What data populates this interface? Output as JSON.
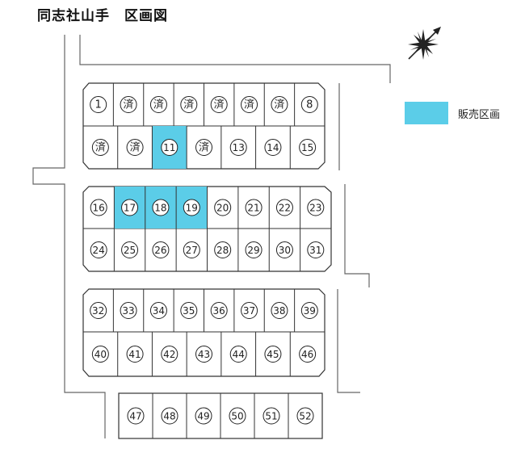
{
  "title": "同志社山手　区画図",
  "colors": {
    "for_sale": "#5bcde8",
    "line": "#333333",
    "road": "#666666"
  },
  "legend": {
    "label": "販売区画",
    "color": "#5bcde8"
  },
  "compass_icon": "north-arrow-icon",
  "lots": [
    {
      "label": "1"
    },
    {
      "label": "済"
    },
    {
      "label": "済"
    },
    {
      "label": "済"
    },
    {
      "label": "済"
    },
    {
      "label": "済"
    },
    {
      "label": "済"
    },
    {
      "label": "8"
    },
    {
      "label": "済"
    },
    {
      "label": "済"
    },
    {
      "label": "11",
      "for_sale": true
    },
    {
      "label": "済"
    },
    {
      "label": "13"
    },
    {
      "label": "14"
    },
    {
      "label": "15"
    },
    {
      "label": "16"
    },
    {
      "label": "17",
      "for_sale": true
    },
    {
      "label": "18",
      "for_sale": true
    },
    {
      "label": "19",
      "for_sale": true
    },
    {
      "label": "20"
    },
    {
      "label": "21"
    },
    {
      "label": "22"
    },
    {
      "label": "23"
    },
    {
      "label": "24"
    },
    {
      "label": "25"
    },
    {
      "label": "26"
    },
    {
      "label": "27"
    },
    {
      "label": "28"
    },
    {
      "label": "29"
    },
    {
      "label": "30"
    },
    {
      "label": "31"
    },
    {
      "label": "32"
    },
    {
      "label": "33"
    },
    {
      "label": "34"
    },
    {
      "label": "35"
    },
    {
      "label": "36"
    },
    {
      "label": "37"
    },
    {
      "label": "38"
    },
    {
      "label": "39"
    },
    {
      "label": "40"
    },
    {
      "label": "41"
    },
    {
      "label": "42"
    },
    {
      "label": "43"
    },
    {
      "label": "44"
    },
    {
      "label": "45"
    },
    {
      "label": "46"
    },
    {
      "label": "47"
    },
    {
      "label": "48"
    },
    {
      "label": "49"
    },
    {
      "label": "50"
    },
    {
      "label": "51"
    },
    {
      "label": "52"
    }
  ]
}
